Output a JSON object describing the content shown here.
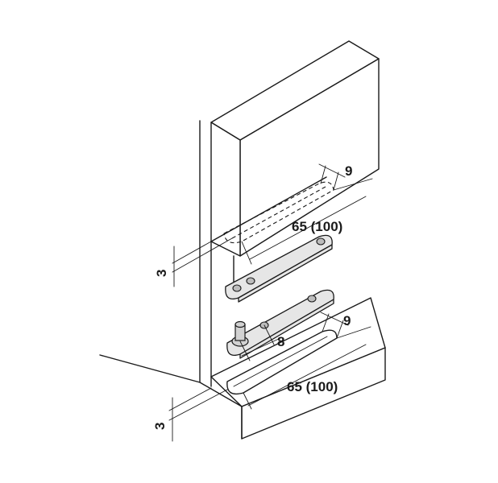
{
  "dimensions": {
    "top_slot_width": "9",
    "top_slot_length": "65 (100)",
    "top_offset": "3",
    "pin_spacing": "8",
    "bottom_slot_width": "9",
    "bottom_slot_length": "65 (100)",
    "bottom_offset": "3"
  },
  "colors": {
    "line": "#1a1a1a",
    "plate_fill": "#e6e6e6",
    "background": "#ffffff"
  }
}
